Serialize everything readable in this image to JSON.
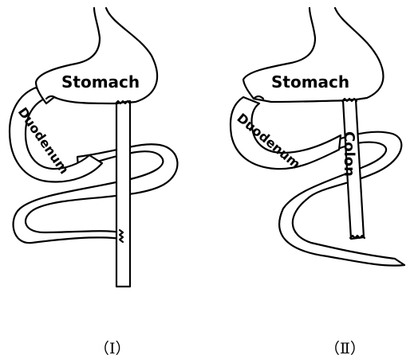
{
  "panels": [
    {
      "caption": "（Ⅰ）",
      "labels": {
        "stomach": "Stomach",
        "duodenum": "Duodenum"
      }
    },
    {
      "caption": "（Ⅱ）",
      "labels": {
        "stomach": "Stomach",
        "duodenum": "Duodenum",
        "colon": "Colon"
      }
    }
  ]
}
